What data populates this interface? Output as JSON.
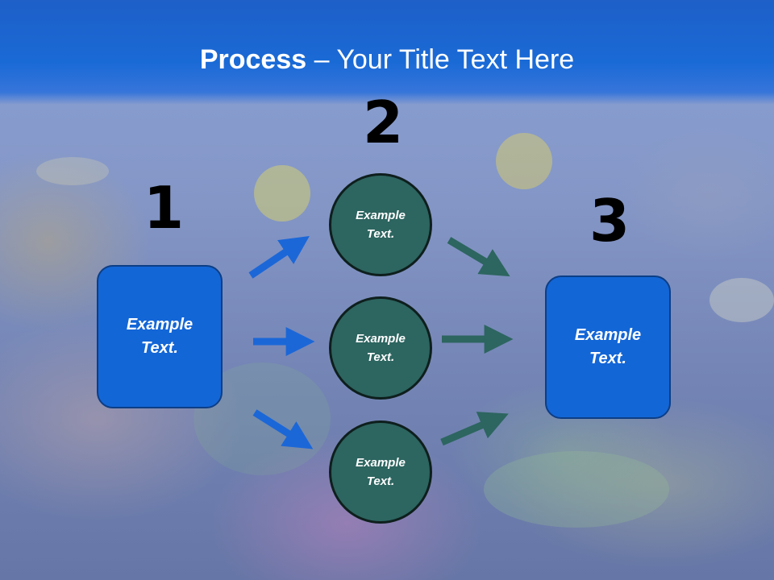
{
  "header": {
    "title_bold": "Process",
    "title_rest": " – Your Title Text Here"
  },
  "steps": {
    "one": "1",
    "two": "2",
    "three": "3"
  },
  "left_box": {
    "text": "Example Text."
  },
  "circles": [
    {
      "text": "Example Text."
    },
    {
      "text": "Example Text."
    },
    {
      "text": "Example Text."
    }
  ],
  "right_box": {
    "text": "Example Text."
  },
  "colors": {
    "header": "#1a6ad6",
    "box_fill": "#1366d6",
    "circle_fill": "#2d6560",
    "arrow_blue": "#1b67d8",
    "arrow_teal": "#2d6560"
  }
}
